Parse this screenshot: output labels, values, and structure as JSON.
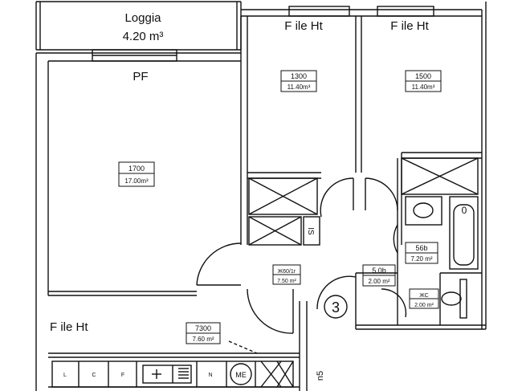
{
  "rooms": {
    "loggia": {
      "name": "Loggia",
      "area": "4.20 m³"
    },
    "living_label": "PF",
    "bed1_label": "F ile Ht",
    "bed2_label": "F ile Ht",
    "kitchen_label": "F ile Ht"
  },
  "area_boxes": {
    "room_1700": {
      "code": "1700",
      "area": "17.00m³"
    },
    "room_1300": {
      "code": "1300",
      "area": "11.40m³"
    },
    "room_1500": {
      "code": "1500",
      "area": "11.40m³"
    },
    "room_hall": {
      "code": "Ж60/1г",
      "area": "7.50 m²"
    },
    "room_56b": {
      "code": "56b",
      "area": "7.20 m²"
    },
    "room_50b": {
      "code": "5.0b",
      "area": "2.00 m²"
    },
    "room_wc": {
      "code": "ЖС",
      "area": "2.00 m²"
    },
    "room_7300": {
      "code": "7300",
      "area": "7.60 m²"
    }
  },
  "markers": {
    "stair_number": "3",
    "riser_label": "IS",
    "bath_label": "0",
    "corner_mark": "n5"
  },
  "kitchen": {
    "units": [
      "L",
      "C",
      "F",
      "",
      "",
      "N",
      "ME"
    ]
  },
  "style": {
    "line_color": "#111111",
    "background": "#ffffff"
  }
}
